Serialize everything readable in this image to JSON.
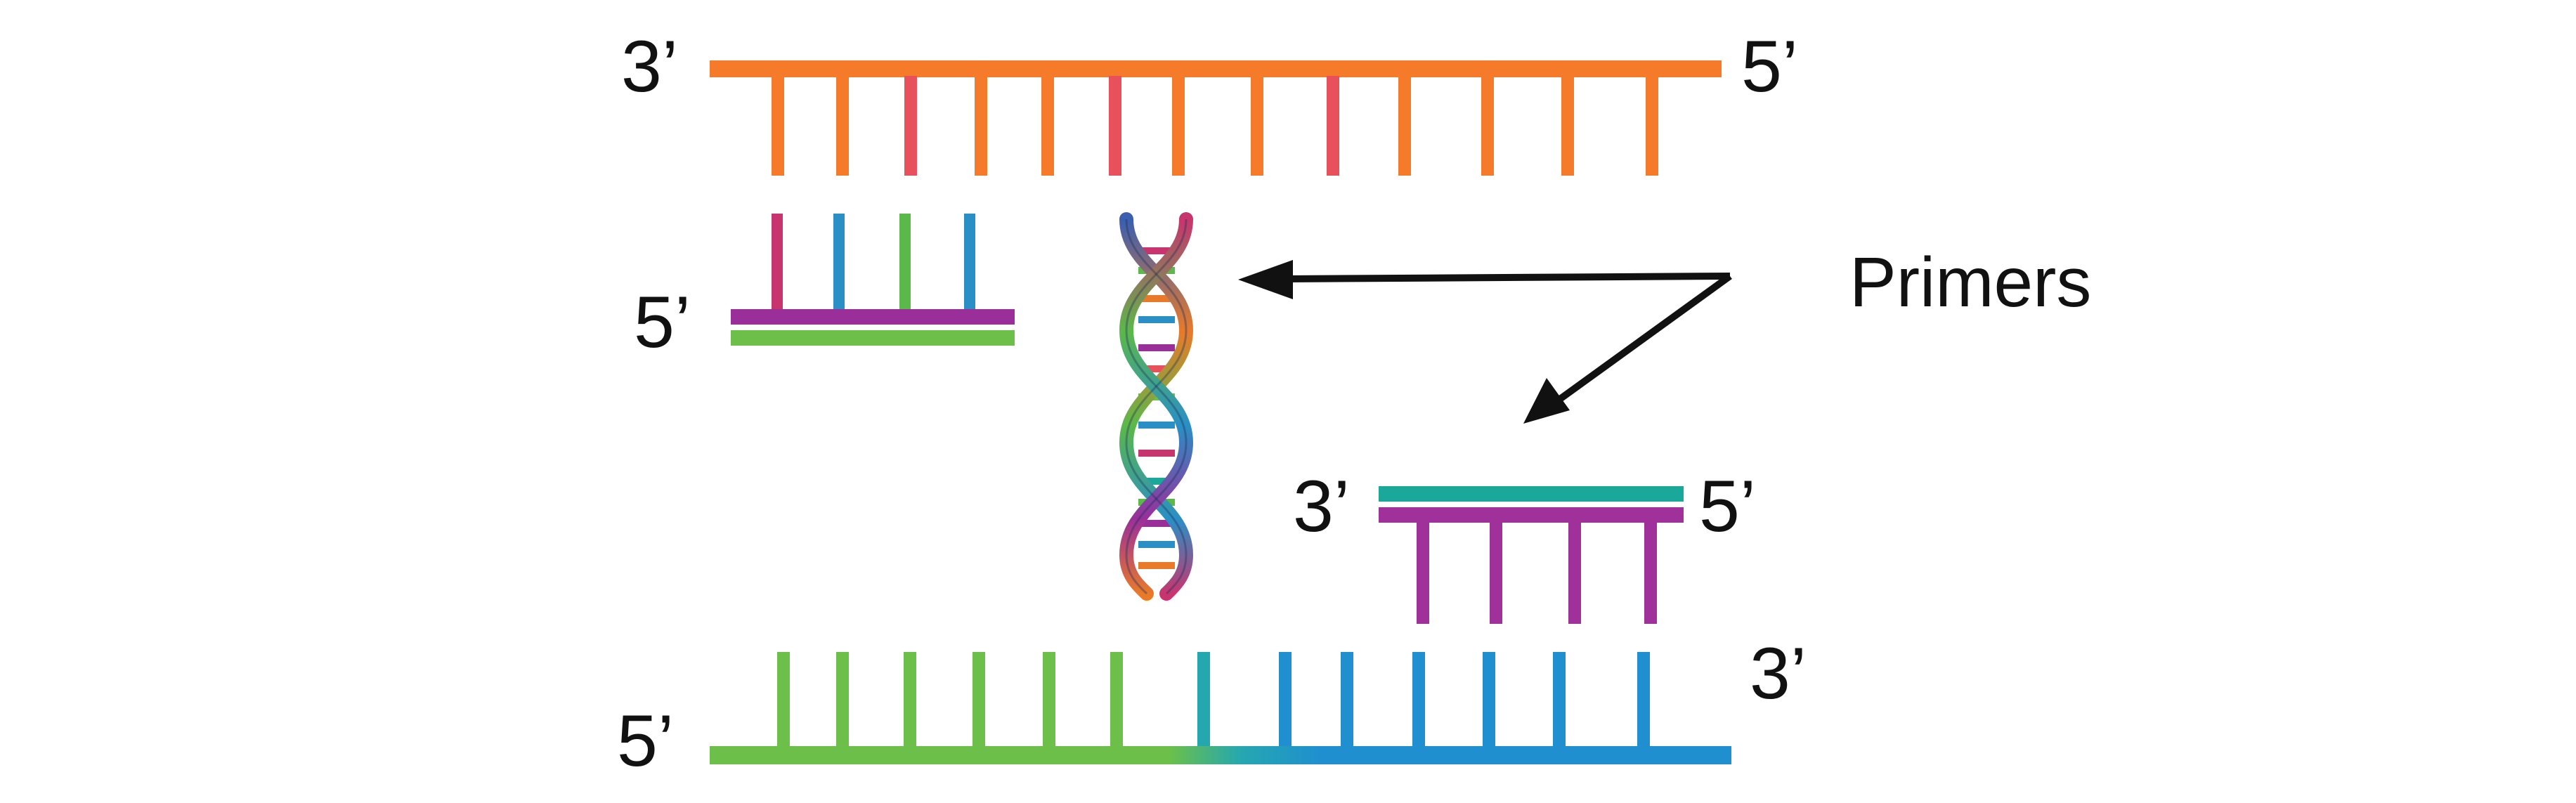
{
  "labels": {
    "top_left": "3’",
    "top_right": "5’",
    "primer1_end": "5’",
    "primer2_left": "3’",
    "primer2_right": "5’",
    "bottom_left": "5’",
    "bottom_right": "3’",
    "callout": "Primers"
  },
  "colors": {
    "top_strand": "#f57a2a",
    "top_teeth_alt": "#e8505b",
    "primer1_backbone": "#9a2f9a",
    "primer1_underlay": "#6cc04a",
    "primer1_teeth": [
      "#c8356e",
      "#2a8fc5",
      "#5bb84a",
      "#2a8fc5"
    ],
    "primer2_backbone": "#1aa89a",
    "primer2_underlay": "#a0309a",
    "primer2_teeth": "#a0309a",
    "bottom_strand_left": "#6cc04a",
    "bottom_strand_right": "#1f8fd0",
    "arrow": "#111111",
    "helix_strand": "#5a6fb0"
  },
  "icons": {
    "helix": "dna-double-helix-icon",
    "arrows": "arrow-icon"
  }
}
